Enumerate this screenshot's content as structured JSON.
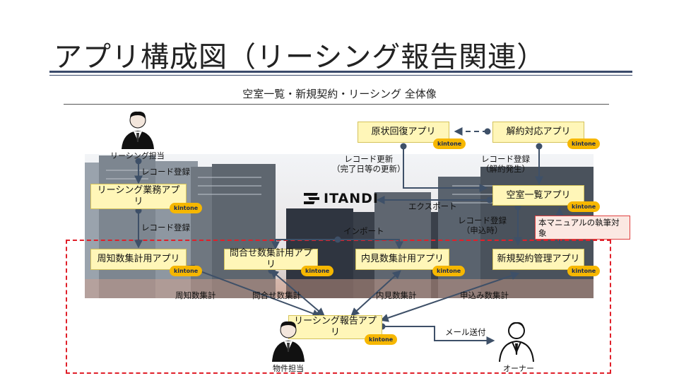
{
  "slide": {
    "title": "アプリ構成図（リーシング報告関連）",
    "subtitle": "空室一覧・新規契約・リーシング 全体像"
  },
  "apps": {
    "genjo": "原状回復アプリ",
    "kaiyaku": "解約対応アプリ",
    "leasing_gyomu": "リーシング業務アプリ",
    "kushitsu": "空室一覧アプリ",
    "shuchi": "周知数集計用アプリ",
    "toiawase": "問合せ数集計用アプリ",
    "naiken": "内見数集計用アプリ",
    "shinki": "新規契約管理アプリ",
    "leasing_hokoku": "リーシング報告アプリ"
  },
  "badge": "kintone",
  "brand": "ITANDI",
  "labels": {
    "record_update": "レコード更新",
    "record_update_sub": "（完了日等の更新）",
    "record_reg_kaiyaku": "レコード登録",
    "record_reg_kaiyaku_sub": "（解約発生）",
    "record_reg_1": "レコード登録",
    "record_reg_2": "レコード登録",
    "export": "エクスポート",
    "record_reg_moshikomi": "レコード登録",
    "record_reg_moshikomi_sub": "（申込時）",
    "import": "インポート",
    "shuchi_count": "周知数集計",
    "toiawase_count": "問合せ数集計",
    "naiken_count": "内見数集計",
    "moshikomi_count": "申込み数集計",
    "mail": "メール送付"
  },
  "note": "本マニュアルの執筆対象",
  "people": {
    "leasing_tanto": "リーシング担当",
    "bukken_tanto": "物件担当",
    "owner": "オーナー"
  },
  "colors": {
    "box_fill": "#fff6b8",
    "box_border": "#d4c25a",
    "arrow": "#3e5068",
    "dashed_border": "#e0202a",
    "note_fill": "#fbe8e2",
    "kintone_badge": "#f6b700"
  }
}
